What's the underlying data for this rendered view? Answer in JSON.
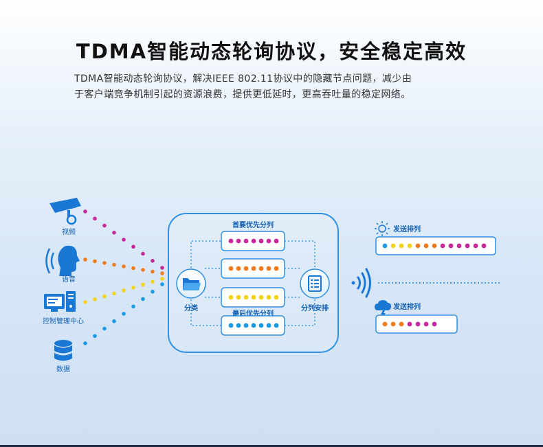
{
  "header": {
    "title": "TDMA智能动态轮询协议，安全稳定高效",
    "subtitle_line1": "TDMA智能动态轮询协议，解决IEEE 802.11协议中的隐藏节点问题，减少由",
    "subtitle_line2": "于客户端竞争机制引起的资源浪费，提供更低延时，更高吞吐量的稳定网络。"
  },
  "sources": [
    {
      "label": "视频",
      "icon": "camera-icon",
      "color": "#c8269b"
    },
    {
      "label": "语音",
      "icon": "voice-icon",
      "color": "#f07c1e"
    },
    {
      "label": "控制管理中心",
      "icon": "control-center-icon",
      "color": "#f2d21b"
    },
    {
      "label": "数据",
      "icon": "database-icon",
      "color": "#1a9ae3"
    }
  ],
  "hub": {
    "classify_label": "分类",
    "schedule_label": "分列安排",
    "queues": [
      {
        "label": "首要优先分列",
        "dot_color": "#c8269b",
        "dot_count": 7
      },
      {
        "label": "",
        "dot_color": "#f07c1e",
        "dot_count": 7
      },
      {
        "label": "",
        "dot_color": "#f2d21b",
        "dot_count": 7
      },
      {
        "label": "最后优先分列",
        "dot_color": "#1a9ae3",
        "dot_count": 7
      }
    ]
  },
  "outputs": [
    {
      "label": "发送排列",
      "icon": "sun-icon",
      "dots": [
        "#1a9ae3",
        "#f2d21b",
        "#f2d21b",
        "#f2d21b",
        "#f07c1e",
        "#f07c1e",
        "#f07c1e",
        "#c8269b",
        "#c8269b",
        "#c8269b",
        "#c8269b",
        "#c8269b",
        "#c8269b"
      ]
    },
    {
      "label": "发送排列",
      "icon": "cloud-lightning-icon",
      "dots": [
        "#f07c1e",
        "#f07c1e",
        "#f07c1e",
        "#c8269b",
        "#c8269b",
        "#c8269b",
        "#c8269b"
      ]
    }
  ],
  "colors": {
    "accent": "#1a78d4",
    "label": "#1460b4",
    "connector": "#2f8fe0"
  }
}
